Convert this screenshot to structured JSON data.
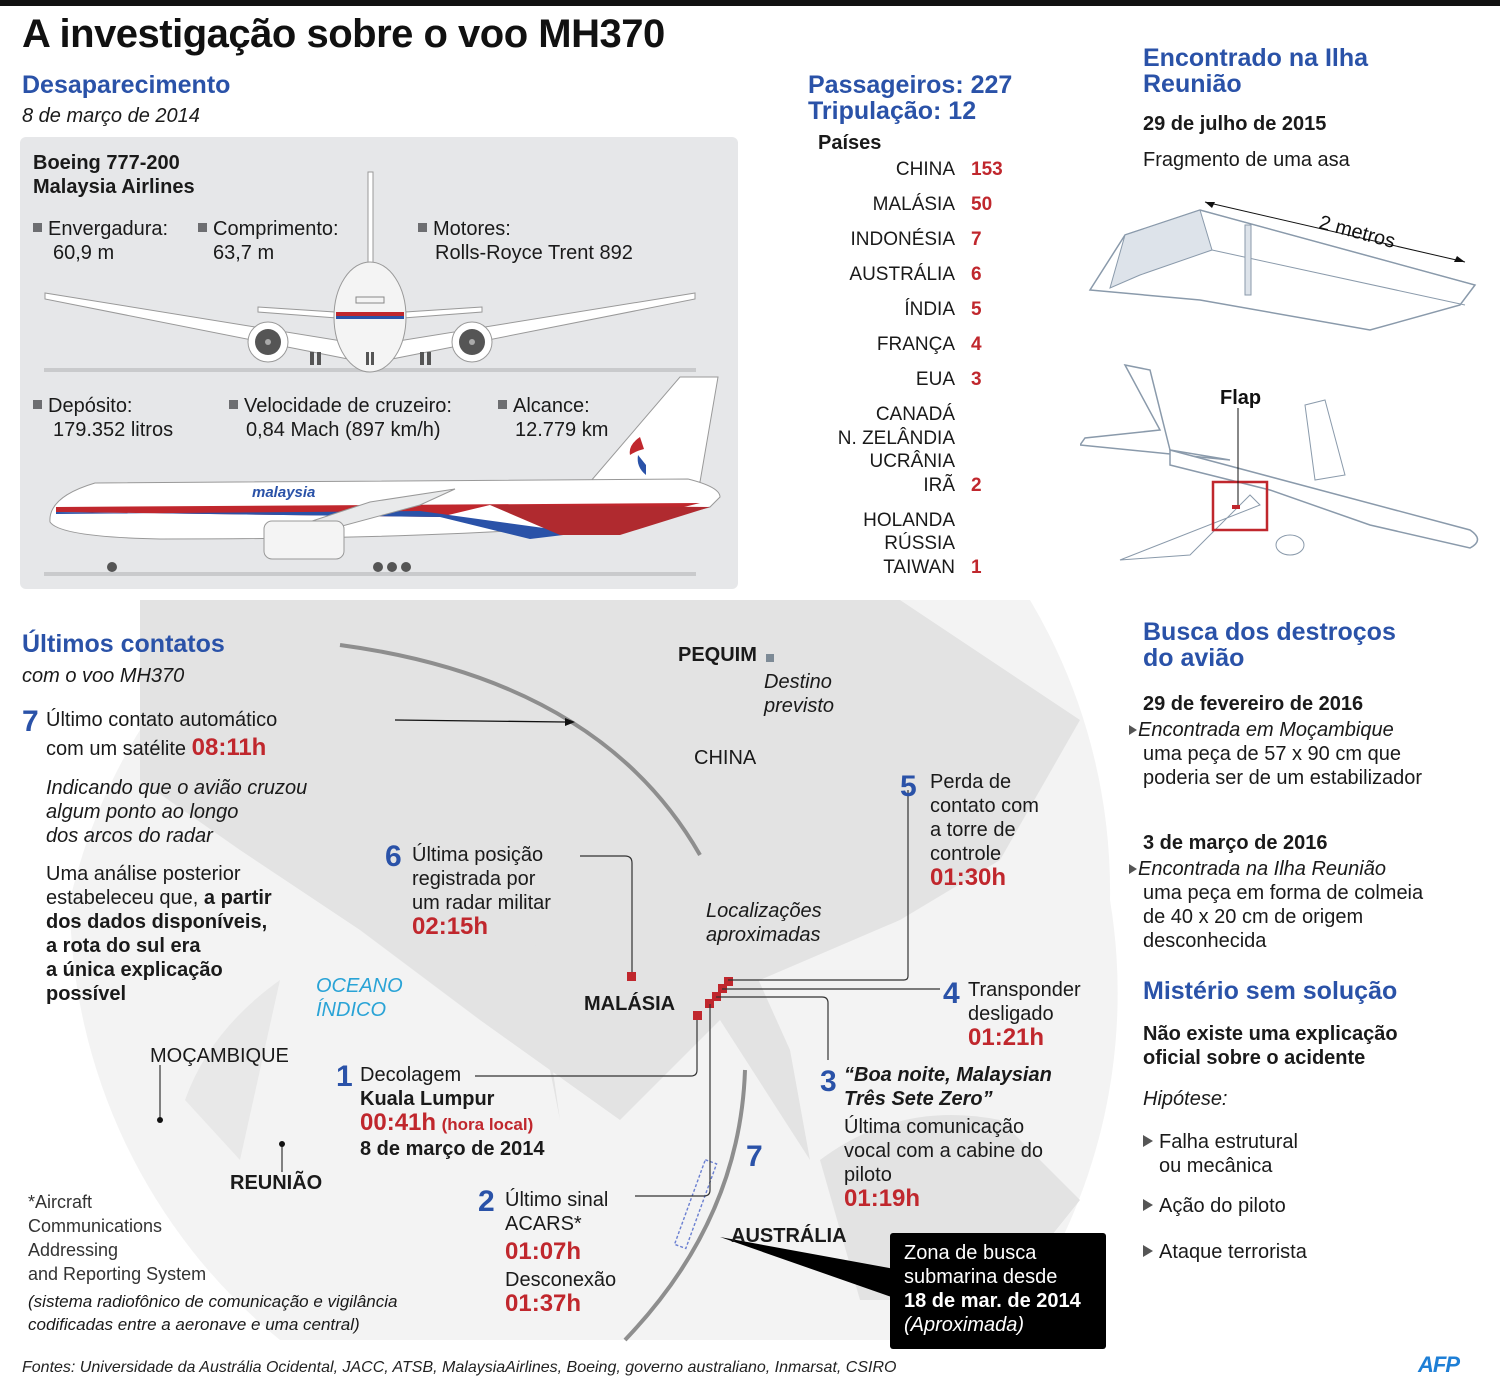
{
  "title": "A investigação sobre o voo MH370",
  "disappearance": {
    "heading": "Desaparecimento",
    "date": "8 de março de 2014",
    "aircraft_model": "Boeing 777-200",
    "airline": "Malaysia Airlines",
    "specs": [
      {
        "label": "Envergadura:",
        "value": "60,9 m"
      },
      {
        "label": "Comprimento:",
        "value": "63,7 m"
      },
      {
        "label": "Motores:",
        "value": "Rolls-Royce Trent 892"
      },
      {
        "label": "Depósito:",
        "value": "179.352 litros"
      },
      {
        "label": "Velocidade de cruzeiro:",
        "value": "0,84 Mach (897 km/h)"
      },
      {
        "label": "Alcance:",
        "value": "12.779 km"
      }
    ],
    "livery_text": "malaysia"
  },
  "passengers": {
    "passengers_line": "Passageiros: 227",
    "crew_line": "Tripulação: 12",
    "countries_heading": "Países",
    "groups": [
      {
        "names": [
          "CHINA"
        ],
        "value": "153"
      },
      {
        "names": [
          "MALÁSIA"
        ],
        "value": "50"
      },
      {
        "names": [
          "INDONÉSIA"
        ],
        "value": "7"
      },
      {
        "names": [
          "AUSTRÁLIA"
        ],
        "value": "6"
      },
      {
        "names": [
          "ÍNDIA"
        ],
        "value": "5"
      },
      {
        "names": [
          "FRANÇA"
        ],
        "value": "4"
      },
      {
        "names": [
          "EUA"
        ],
        "value": "3"
      },
      {
        "names": [
          "CANADÁ",
          "N. ZELÂNDIA",
          "UCRÂNIA",
          "IRÃ"
        ],
        "value": "2"
      },
      {
        "names": [
          "HOLANDA",
          "RÚSSIA",
          "TAIWAN"
        ],
        "value": "1"
      }
    ]
  },
  "found": {
    "heading_line1": "Encontrado na Ilha",
    "heading_line2": "Reunião",
    "date": "29 de julho de 2015",
    "description": "Fragmento de uma asa",
    "dimension": "2 metros",
    "flap_label": "Flap"
  },
  "search": {
    "heading_line1": "Busca dos destroços",
    "heading_line2": "do avião",
    "items": [
      {
        "date": "29 de fevereiro de 2016",
        "italic": "Encontrada em Moçambique",
        "lines": [
          "uma peça de 57 x 90 cm que",
          "poderia ser de um estabilizador"
        ]
      },
      {
        "date": "3 de março de 2016",
        "italic": "Encontrada na Ilha Reunião",
        "lines": [
          "uma peça em forma de colmeia",
          "de 40 x 20 cm de origem",
          "desconhecida"
        ]
      }
    ]
  },
  "mystery": {
    "heading": "Mistério sem solução",
    "line1": "Não existe uma explicação",
    "line2": "oficial sobre o acidente",
    "hypothesis_label": "Hipótese:",
    "hypotheses": [
      [
        "Falha estrutural",
        "ou mecânica"
      ],
      [
        "Ação do piloto"
      ],
      [
        "Ataque terrorista"
      ]
    ]
  },
  "contacts": {
    "heading": "Últimos contatos",
    "subheading": "com o voo MH370",
    "c7": {
      "num": "7",
      "line1": "Último contato automático",
      "line2": "com um satélite",
      "time": "08:11h",
      "italic": [
        "Indicando que o avião cruzou",
        "algum ponto ao longo",
        "dos arcos do radar"
      ],
      "analysis_plain": [
        "Uma análise posterior",
        "estabeleceu que,"
      ],
      "analysis_bold": [
        "a partir",
        "dos dados disponíveis,",
        "a rota do sul era",
        "a única explicação",
        "possível"
      ]
    },
    "c6": {
      "num": "6",
      "lines": [
        "Última posição",
        "registrada por",
        "um radar militar"
      ],
      "time": "02:15h"
    },
    "c5": {
      "num": "5",
      "lines": [
        "Perda de",
        "contato com",
        "a torre de",
        "controle"
      ],
      "time": "01:30h"
    },
    "c4": {
      "num": "4",
      "lines": [
        "Transponder",
        "desligado"
      ],
      "time": "01:21h"
    },
    "c3": {
      "num": "3",
      "quote": [
        "“Boa noite, Malaysian",
        "Três Sete Zero”"
      ],
      "lines": [
        "Última comunicação",
        "vocal com a cabine do",
        "piloto"
      ],
      "time": "01:19h"
    },
    "c2": {
      "num": "2",
      "lines": [
        "Último sinal",
        "ACARS*"
      ],
      "time": "01:07h",
      "disconnect_label": "Desconexão",
      "disconnect_time": "01:37h"
    },
    "c1": {
      "num": "1",
      "line1": "Decolagem",
      "city": "Kuala Lumpur",
      "time": "00:41h",
      "time_note": "(hora local)",
      "date": "8 de março de 2014"
    },
    "arc7_label": "7"
  },
  "map": {
    "beijing": "PEQUIM",
    "destination": [
      "Destino",
      "previsto"
    ],
    "china": "CHINA",
    "approx": [
      "Localizações",
      "aproximadas"
    ],
    "ocean": [
      "OCEANO",
      "ÍNDICO"
    ],
    "malaysia": "MALÁSIA",
    "mozambique": "MOÇAMBIQUE",
    "reunion": "REUNIÃO",
    "australia": "AUSTRÁLIA"
  },
  "acars_note": {
    "lines": [
      "*Aircraft",
      "Communications",
      "Addressing",
      "and Reporting System"
    ],
    "italic": [
      "(sistema radiofônico de comunicação e vigilância",
      "codificadas entre a aeronave e uma central)"
    ]
  },
  "zone": {
    "lines": [
      "Zona de busca",
      "submarina desde"
    ],
    "bold": "18 de mar. de 2014",
    "italic": "(Aproximada)"
  },
  "sources": "Fontes: Universidade da Austrália Ocidental, JACC, ATSB, MalaysiaAirlines, Boeing, governo australiano, Inmarsat, CSIRO",
  "logo": "AFP",
  "colors": {
    "blue": "#2a52a8",
    "red": "#c0272d",
    "ocean": "#29a3d6",
    "panel": "#e6e7e9"
  }
}
